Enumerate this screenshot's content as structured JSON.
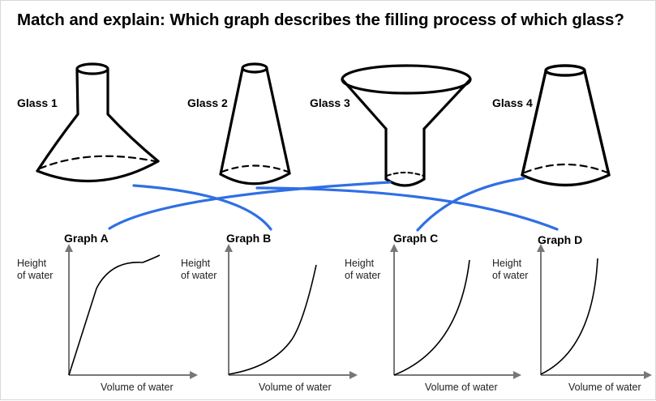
{
  "title": "Match and explain: Which graph describes the filling process of which glass?",
  "glasses": [
    {
      "label": "Glass 1"
    },
    {
      "label": "Glass 2"
    },
    {
      "label": "Glass 3"
    },
    {
      "label": "Glass 4"
    }
  ],
  "graphs": [
    {
      "label": "Graph A",
      "y_axis": [
        "Height",
        "of water"
      ],
      "x_axis": "Volume of water"
    },
    {
      "label": "Graph B",
      "y_axis": [
        "Height",
        "of water"
      ],
      "x_axis": "Volume of water"
    },
    {
      "label": "Graph C",
      "y_axis": [
        "Height",
        "of water"
      ],
      "x_axis": "Volume of water"
    },
    {
      "label": "Graph D",
      "y_axis": [
        "Height",
        "of water"
      ],
      "x_axis": "Volume of water"
    }
  ],
  "matches": [
    {
      "glass": "Glass 1",
      "graph": "Graph B"
    },
    {
      "glass": "Glass 2",
      "graph": "Graph D"
    },
    {
      "glass": "Glass 3",
      "graph": "Graph A"
    },
    {
      "glass": "Glass 4",
      "graph": "Graph C"
    }
  ],
  "colors": {
    "connector": "#2f6fe4",
    "stroke": "#000000",
    "axis": "#777777"
  }
}
